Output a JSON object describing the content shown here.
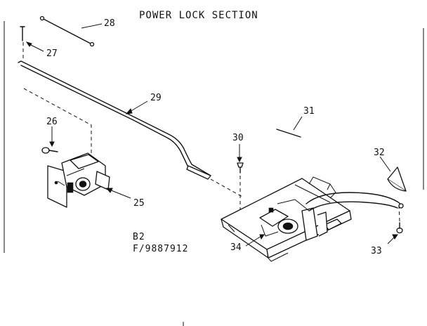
{
  "title": "POWER LOCK SECTION",
  "model_line_1": "B2",
  "model_line_2": "F/9887912",
  "callouts": [
    "25",
    "26",
    "27",
    "28",
    "29",
    "30",
    "31",
    "32",
    "33",
    "34"
  ]
}
